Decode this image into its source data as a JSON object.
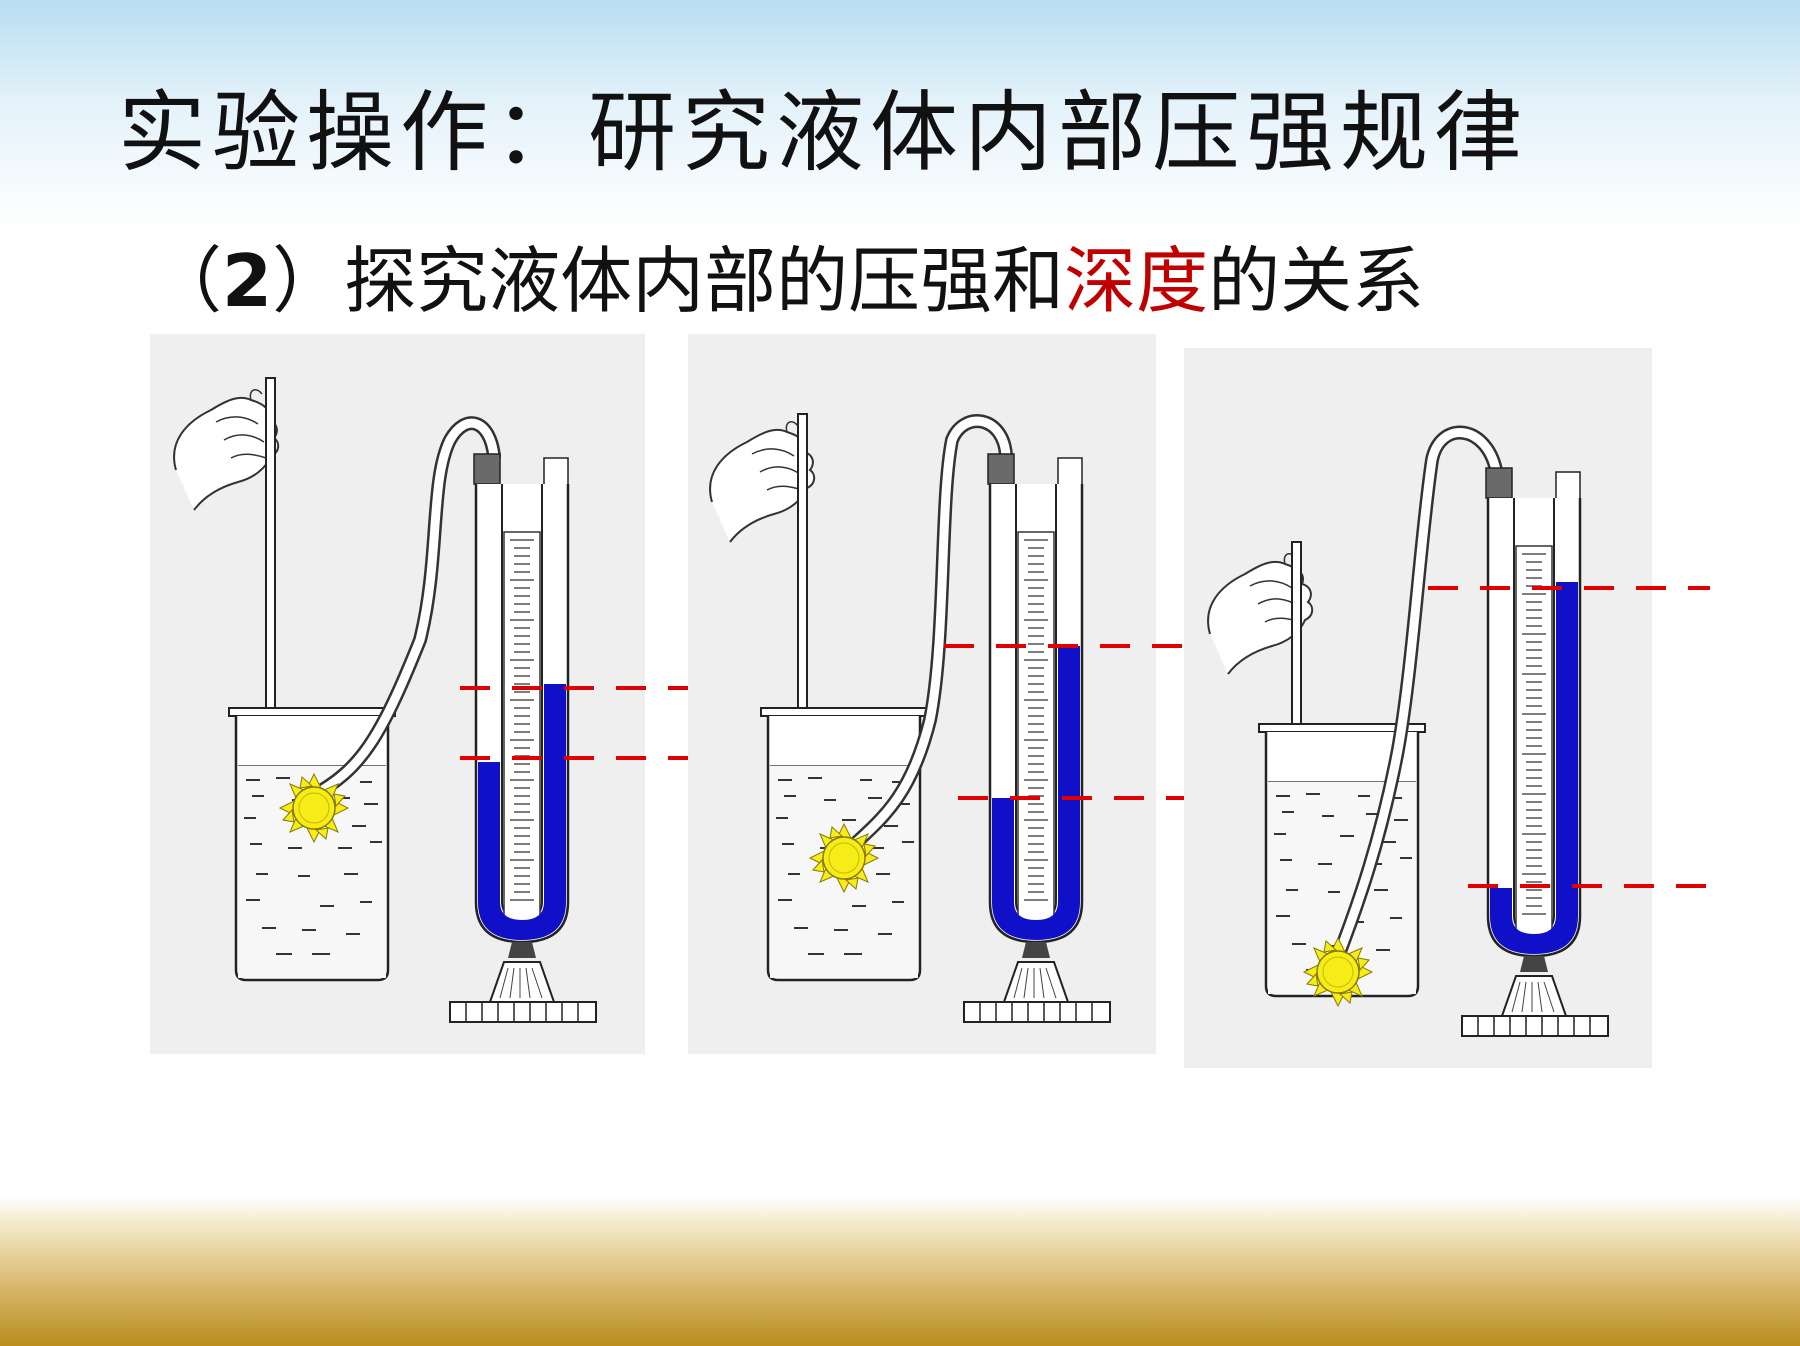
{
  "slide": {
    "title": "实验操作：研究液体内部压强规律",
    "subtitle": {
      "open_paren": "（",
      "number": "2",
      "close_paren": "）",
      "text_before": "探究液体内部的压强和",
      "highlight": "深度",
      "text_after": "的关系"
    }
  },
  "colors": {
    "accent_red": "#c00000",
    "dash_red": "#e00000",
    "liquid_blue": "#1010c8",
    "panel_bg": "#efefef",
    "probe_yellow": "#f5ec18"
  },
  "icons": [
    "hand-icon",
    "beaker-icon",
    "probe-icon",
    "u-tube-manometer-icon",
    "tube-icon"
  ]
}
